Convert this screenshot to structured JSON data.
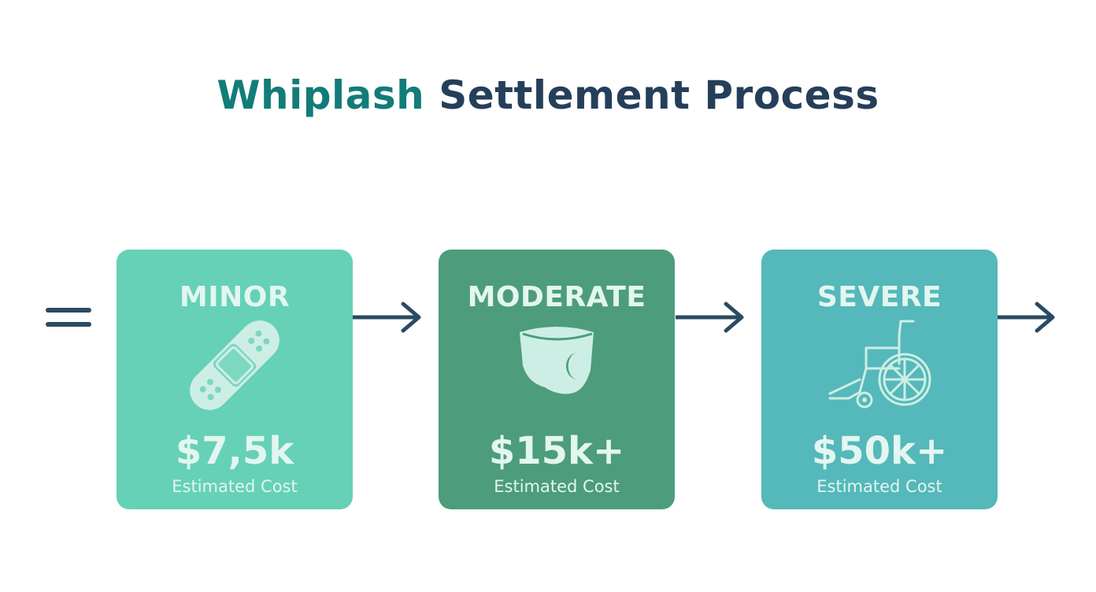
{
  "title": {
    "part1": "Whiplash",
    "part2": "Settlement Process"
  },
  "stages": [
    {
      "label": "MINOR",
      "amount": "$7,5k",
      "caption": "Estimated Cost",
      "icon": "bandage-icon",
      "color": "#66d1b6"
    },
    {
      "label": "MODERATE",
      "amount": "$15k+",
      "caption": "Estimated Cost",
      "icon": "neck-brace-icon",
      "color": "#4d9c7c"
    },
    {
      "label": "SEVERE",
      "amount": "$50k+",
      "caption": "Estimated Cost",
      "icon": "wheelchair-icon",
      "color": "#55b8ba"
    }
  ],
  "colors": {
    "accent": "#127c78",
    "dark": "#253f5b",
    "arrow": "#2a4b63"
  }
}
